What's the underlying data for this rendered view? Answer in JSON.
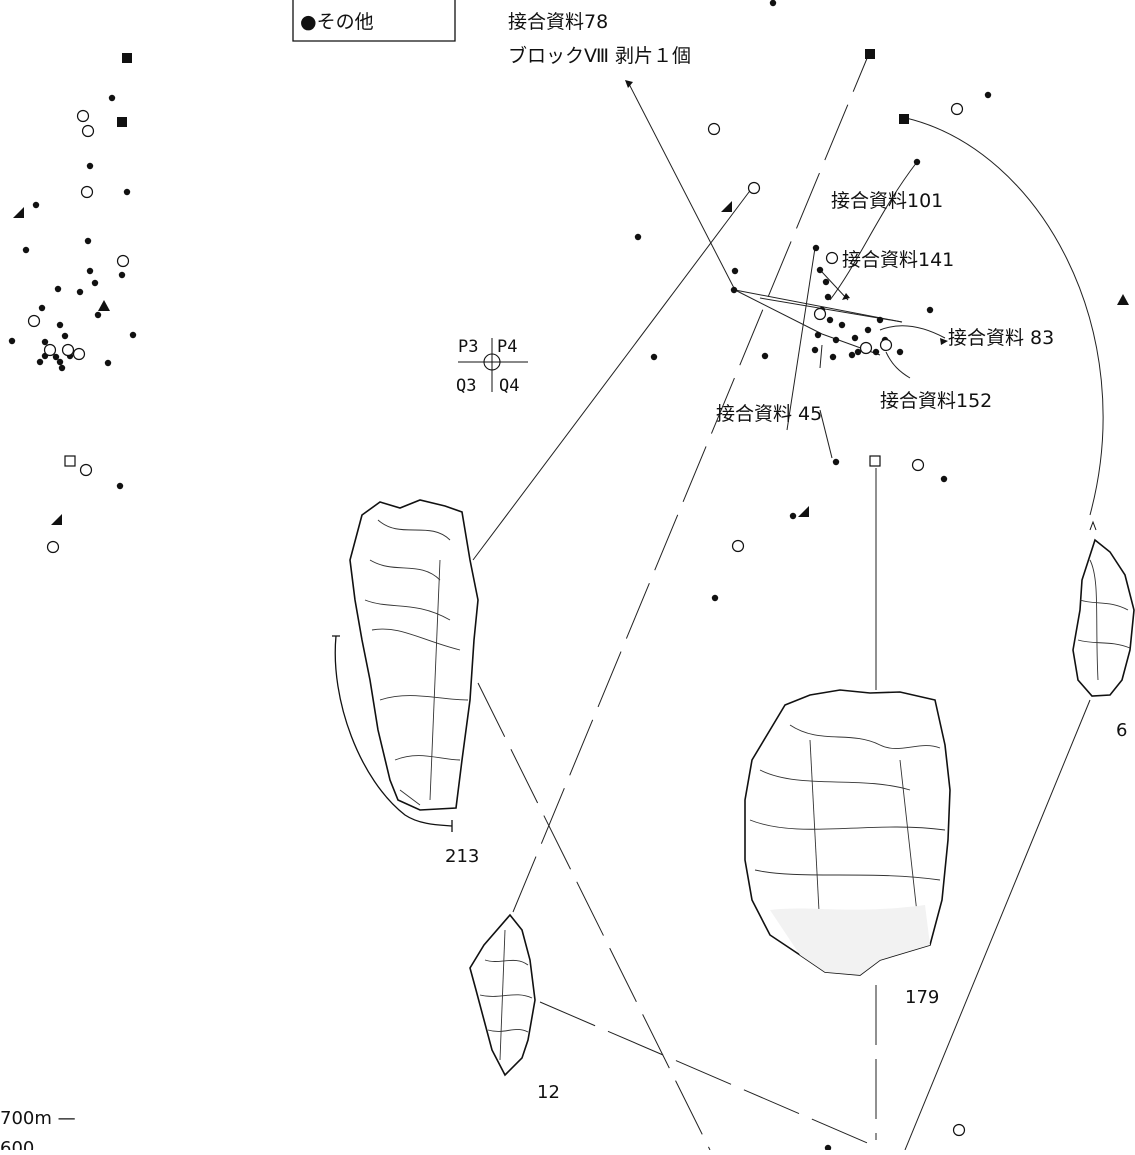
{
  "legend": {
    "items": [
      "●その他"
    ]
  },
  "annotations": {
    "ref78_title": "接合資料78",
    "ref78_sub": "ブロックⅧ 剥片１個",
    "ref101": "接合資料101",
    "ref141": "接合資料141",
    "ref83": "接合資料 83",
    "ref152": "接合資料152",
    "ref45": "接合資料 45"
  },
  "grid_marker": {
    "tl": "P3",
    "tr": "P4",
    "bl": "Q3",
    "br": "Q4"
  },
  "artifact_numbers": {
    "a213": "213",
    "a179": "179",
    "a12": "12",
    "a6": "6"
  },
  "scale": {
    "label_700": "700m —",
    "label_600": "600"
  }
}
